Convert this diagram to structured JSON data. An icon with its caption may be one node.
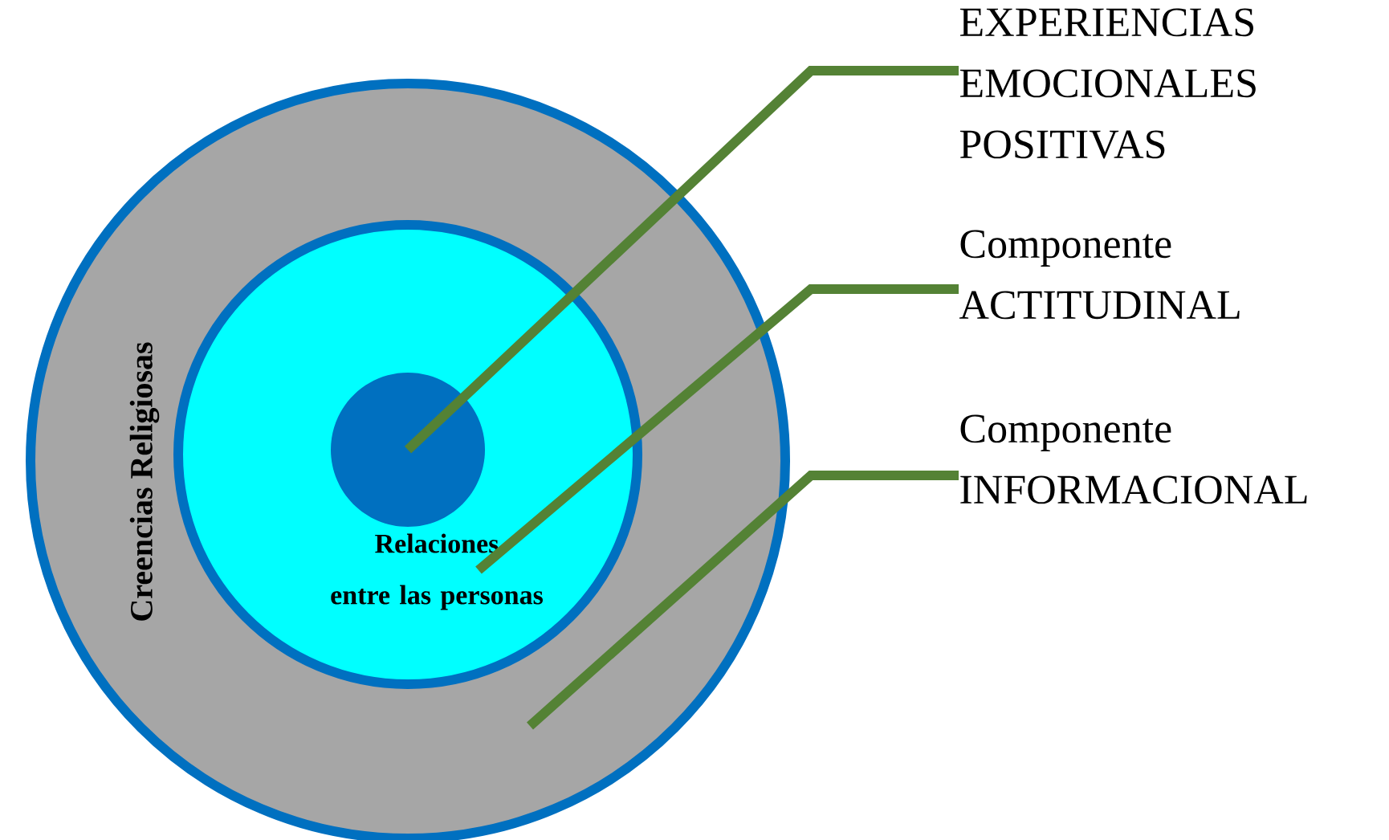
{
  "diagram": {
    "nodes": [
      {
        "text": [
          "Creencias Religiosas"
        ]
      },
      {
        "text": [
          "Relaciones entre las personas"
        ],
        "in": 0
      },
      {
        "text": [],
        "shape": "circle",
        "in": 1
      },
      {
        "text": [
          "EXPERIENCIAS EMOCIONALES POSITIVAS"
        ]
      },
      {
        "text": [
          "Componente ACTITUDINAL"
        ]
      },
      {
        "text": [
          "Componente INFORMACIONAL"
        ]
      }
    ],
    "edges": [
      {
        "from": 3,
        "to": 2,
        "arrow": "none"
      },
      {
        "from": 4,
        "to": 1,
        "arrow": "none"
      },
      {
        "from": 5,
        "to": 0,
        "arrow": "none"
      }
    ]
  }
}
